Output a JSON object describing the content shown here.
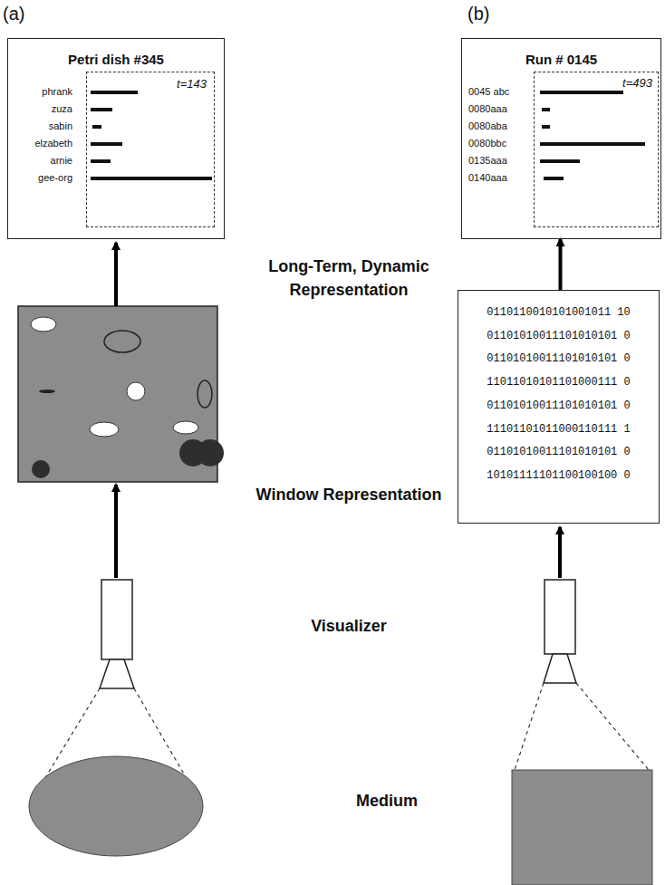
{
  "diagram": {
    "nodes": [
      {
        "text": [
          "Petri dish #345"
        ]
      },
      {
        "text": [
          "t=143"
        ],
        "in": 0
      },
      {
        "text": [
          "Run # 0145"
        ]
      },
      {
        "text": [
          "t=493"
        ],
        "in": 2
      },
      {
        "text": [
          "0110110010101001011 10",
          "01101010011101010101 0",
          "01101010011101010101 0",
          "11011010101101000111 0",
          "01101010011101010101 0",
          "11101101011000110111 1",
          "01101010011101010101 0",
          "10101111101100100100 0"
        ]
      }
    ],
    "edges": [
      {
        "from": 4,
        "to": 2,
        "arrow": "to"
      }
    ],
    "labels": [
      "(a)",
      "(b)",
      "phrank",
      "zuza",
      "sabin",
      "elzabeth",
      "arnie",
      "gee-org",
      "0045 abc",
      "0080aaa",
      "0080aba",
      "0080bbc",
      "0135aaa",
      "0140aaa",
      "Long-Term, Dynamic Representation",
      "Window Representation",
      "Visualizer",
      "Medium"
    ]
  }
}
